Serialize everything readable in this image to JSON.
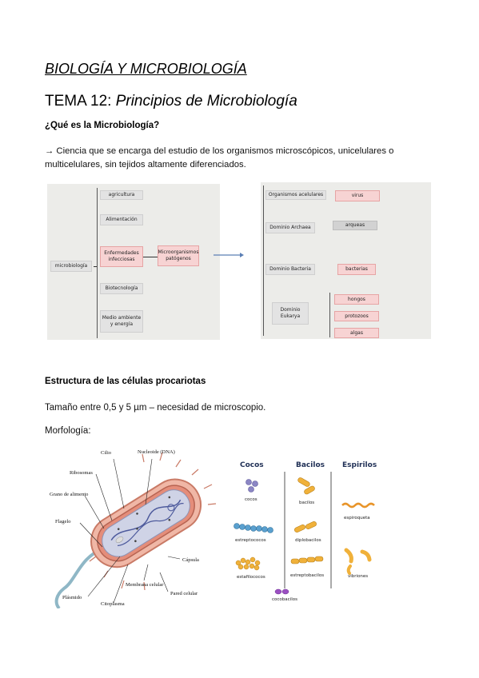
{
  "title": "BIOLOGÍA Y MICROBIOLOGÍA",
  "tema": {
    "prefix": "TEMA 12: ",
    "name": "Principios de Microbiología"
  },
  "question": "¿Qué es la Microbiología?",
  "definition": {
    "arrow": "→",
    "line1": " Ciencia que se encarga del estudio de los organismos microscópicos, unicelulares o",
    "line2": "multicelulares, sin tejidos altamente diferenciados."
  },
  "diagram_left": {
    "root": "microbiología",
    "items": [
      "agricultura",
      "Alimentación",
      "Enfermedades infecciosas",
      "Biotecnología",
      "Medio ambiente y energía"
    ],
    "target": "Microorganismos patógenos"
  },
  "diagram_right": {
    "rows": [
      {
        "label": "Organismos acelulares",
        "value": "virus"
      },
      {
        "label": "Dominio Archaea",
        "value": "arqueas"
      },
      {
        "label": "Dominio Bacteria",
        "value": "bacterias"
      },
      {
        "label": "Dominio Eukarya",
        "values": [
          "hongos",
          "protozoos",
          "algas"
        ]
      }
    ]
  },
  "section": "Estructura de las células procariotas",
  "size_text": "Tamaño entre 0,5 y 5 µm – necesidad de microscopio.",
  "morph_label": "Morfología:",
  "cell_labels": {
    "cilio": "Cilio",
    "nucleoide": "Nucleoide (DNA)",
    "ribosomas": "Ribosomas",
    "grano": "Grano de alimento",
    "flagelo": "Flagelo",
    "capsula": "Cápsula",
    "membrana": "Membrana celular",
    "pared": "Pared celular",
    "plasmido": "Plásmido",
    "citoplasma": "Citoplasma"
  },
  "shapes": {
    "headers": [
      "Cocos",
      "Bacilos",
      "Espirilos"
    ],
    "cocos": [
      "cocos",
      "estreptococos",
      "estafilococos"
    ],
    "bacilos": [
      "bacilos",
      "diplobacilos",
      "estreptobacilos"
    ],
    "espirilos": [
      "espiroqueta",
      "vibriones"
    ],
    "extra": "cocobacilos"
  }
}
